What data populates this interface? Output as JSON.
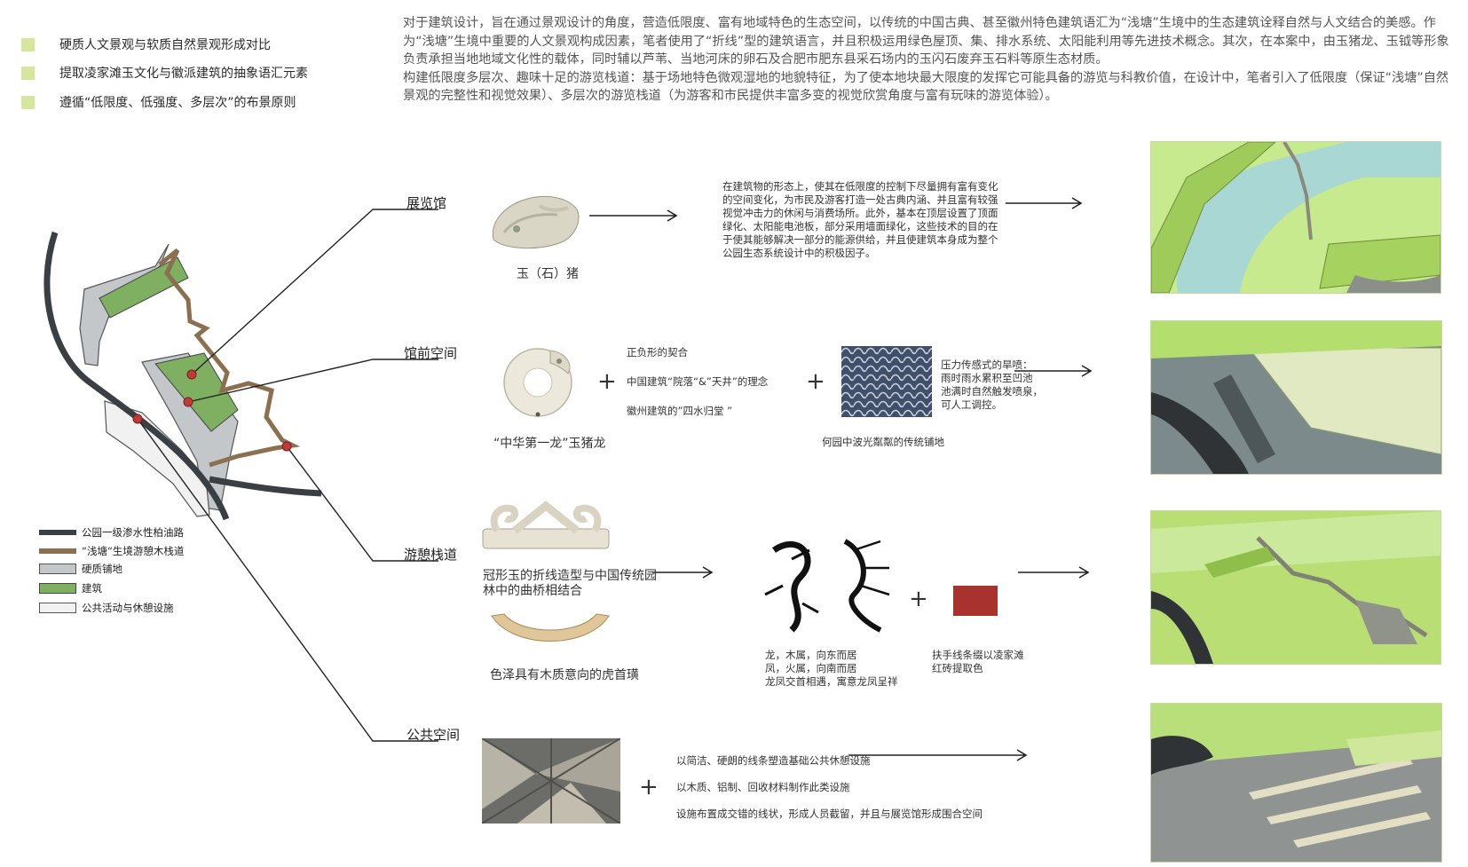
{
  "principles": [
    "硬质人文景观与软质自然景观形成对比",
    "提取凌家滩玉文化与徽派建筑的抽象语汇元素",
    "遵循“低限度、低强度、多层次”的布景原则"
  ],
  "intro": {
    "p1": "对于建筑设计，旨在通过景观设计的角度，营造低限度、富有地域特色的生态空间，以传统的中国古典、甚至徽州特色建筑语汇为“浅塘”生境中的生态建筑诠释自然与人文结合的美感。作为“浅塘”生境中重要的人文景观构成因素，笔者使用了“折线”型的建筑语言，并且积极运用绿色屋顶、集、排水系统、太阳能利用等先进技术概念。其次，在本案中，由玉猪龙、玉钺等形象负责承担当地地域文化性的载体，同时辅以芦苇、当地河床的卵石及合肥市肥东县采石场内的玉闪石废弃玉石料等原生态材质。",
    "p2": "构建低限度多层次、趣味十足的游览栈道：基于场地特色微观湿地的地貌特征，为了使本地块最大限度的发挥它可能具备的游览与科教价值，在设计中，笔者引入了低限度（保证“浅塘”自然景观的完整性和视觉效果）、多层次的游览栈道（为游客和市民提供丰富多变的视觉欣赏角度与富有玩味的游览体验）。"
  },
  "legend": [
    {
      "label": "公园一级渗水性柏油路",
      "color": "#3a3f44"
    },
    {
      "label": "“浅塘“生境游憩木栈道",
      "color": "#8b6f4e"
    },
    {
      "label": "硬质铺地",
      "color": "#c3c7c9"
    },
    {
      "label": "建筑",
      "color": "#7fb062"
    },
    {
      "label": "公共活动与休憩设施",
      "color": "#f2f2f2"
    }
  ],
  "rows": {
    "pavilion": {
      "label": "展览馆",
      "caption": "玉（石）猪",
      "desc": [
        "在建筑物的形态上，使其在低限度的控制下尽量拥有富有变化",
        "的空间变化，为市民及游客打造一处古典内涵、并且富有较强",
        "视觉冲击力的休闲与消费场所。此外，基本在顶层设置了顶面",
        "绿化、太阳能电池板，部分采用墙面绿化，这些技术的目的在",
        "于使其能够解决一部分的能源供给，并且使建筑本身成为整个",
        "公园生态系统设计中的积极因子。"
      ]
    },
    "forecourt": {
      "label": "馆前空间",
      "caption": "“中华第一龙”玉猪龙",
      "concepts": [
        "正负形的契合",
        "中国建筑“院落“&”天井”的理念",
        "徽州建筑的”四水归堂 ”"
      ],
      "paving_caption": "何园中波光粼粼的传统铺地",
      "fountain": [
        "压力传感式的旱喷：",
        "雨时雨水累积至凹池",
        "池满时自然触发喷泉，",
        "可人工调控。"
      ]
    },
    "boardwalk": {
      "label": "游憩栈道",
      "caption1": [
        "冠形玉的折线造型与中国传统园",
        "林中的曲桥相结合"
      ],
      "caption2": "色泽具有木质意向的虎首璜",
      "dragon": [
        "龙，木属，向东而居",
        "凤，火属，向南而居",
        "龙凤交首相遇，寓意龙凤呈祥"
      ],
      "handrail": [
        "扶手线条缀以凌家滩",
        "红砖提取色"
      ],
      "handrail_color": "#a8332e"
    },
    "public": {
      "label": "公共空间",
      "items": [
        "以简洁、硬朗的线条塑造基础公共休憩设施",
        "以木质、铝制、回收材料制作此类设施",
        "设施布置成交错的线状，形成人员截留，并且与展览馆形成围合空间"
      ]
    }
  },
  "plus": "+",
  "colors": {
    "accent_green": "#d3e89c",
    "marker_red": "#c0393b"
  }
}
